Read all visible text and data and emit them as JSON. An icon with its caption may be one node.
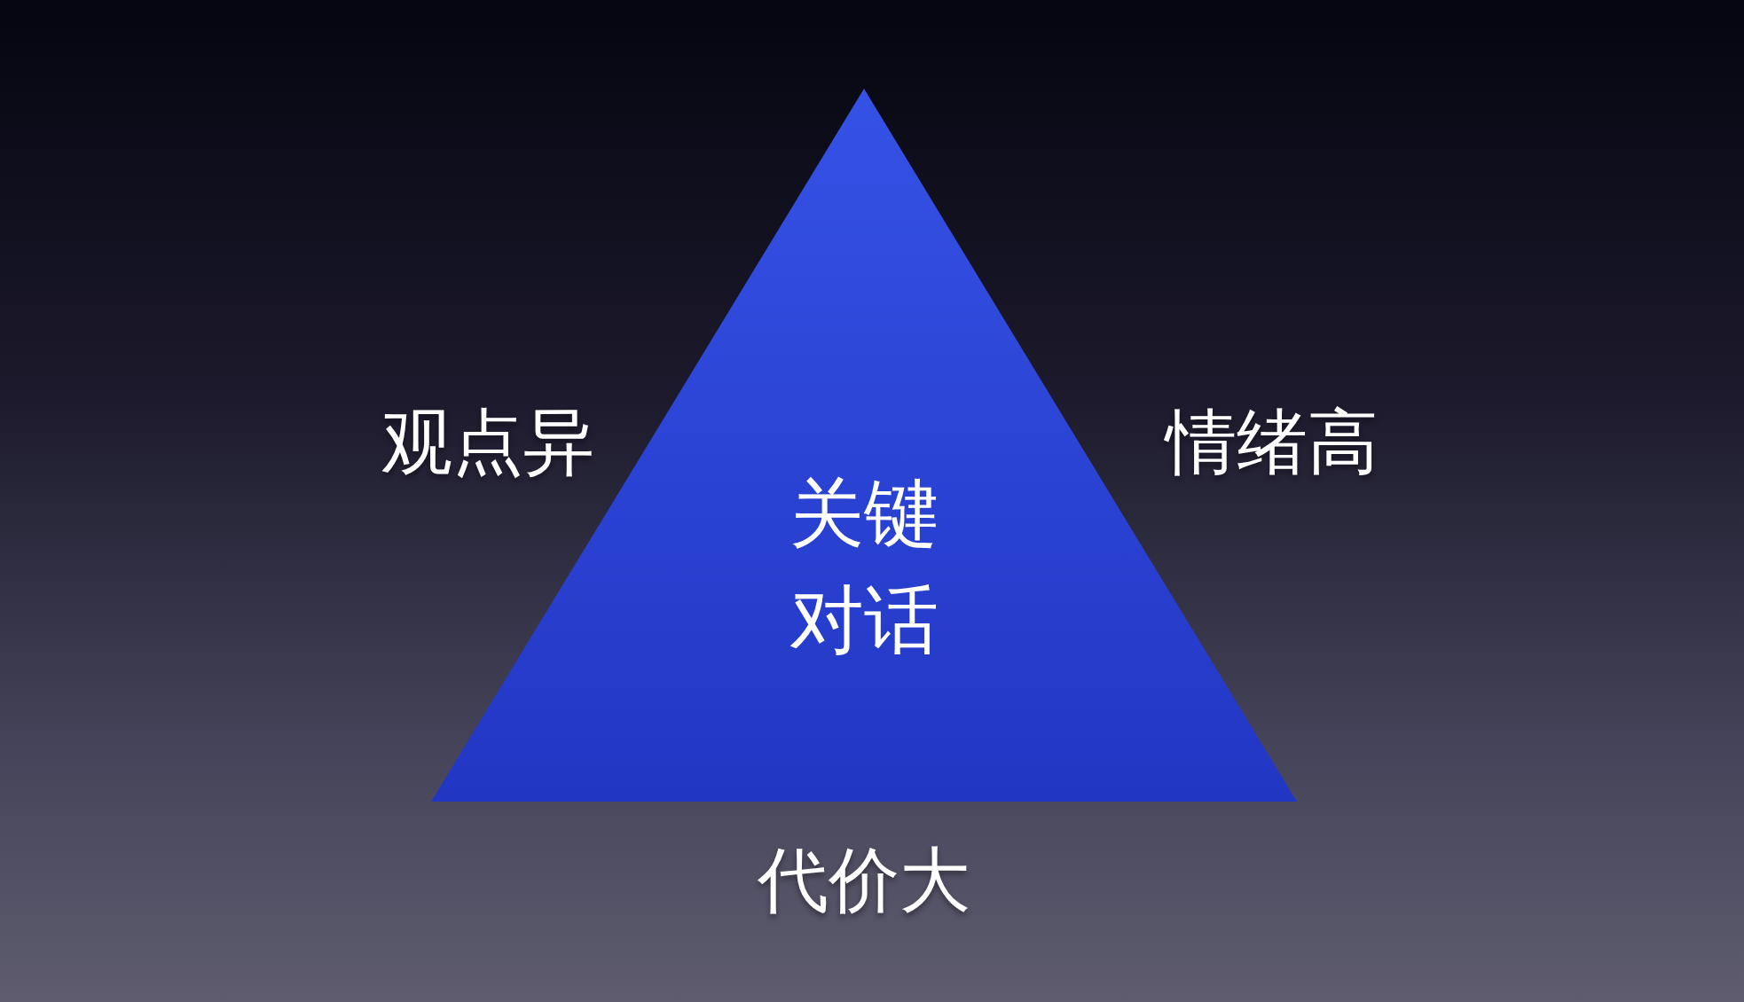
{
  "diagram": {
    "nodes": [
      {
        "text": [
          "关键对话"
        ],
        "beside": [
          "观点异",
          "情绪高",
          "代价大"
        ]
      }
    ]
  }
}
